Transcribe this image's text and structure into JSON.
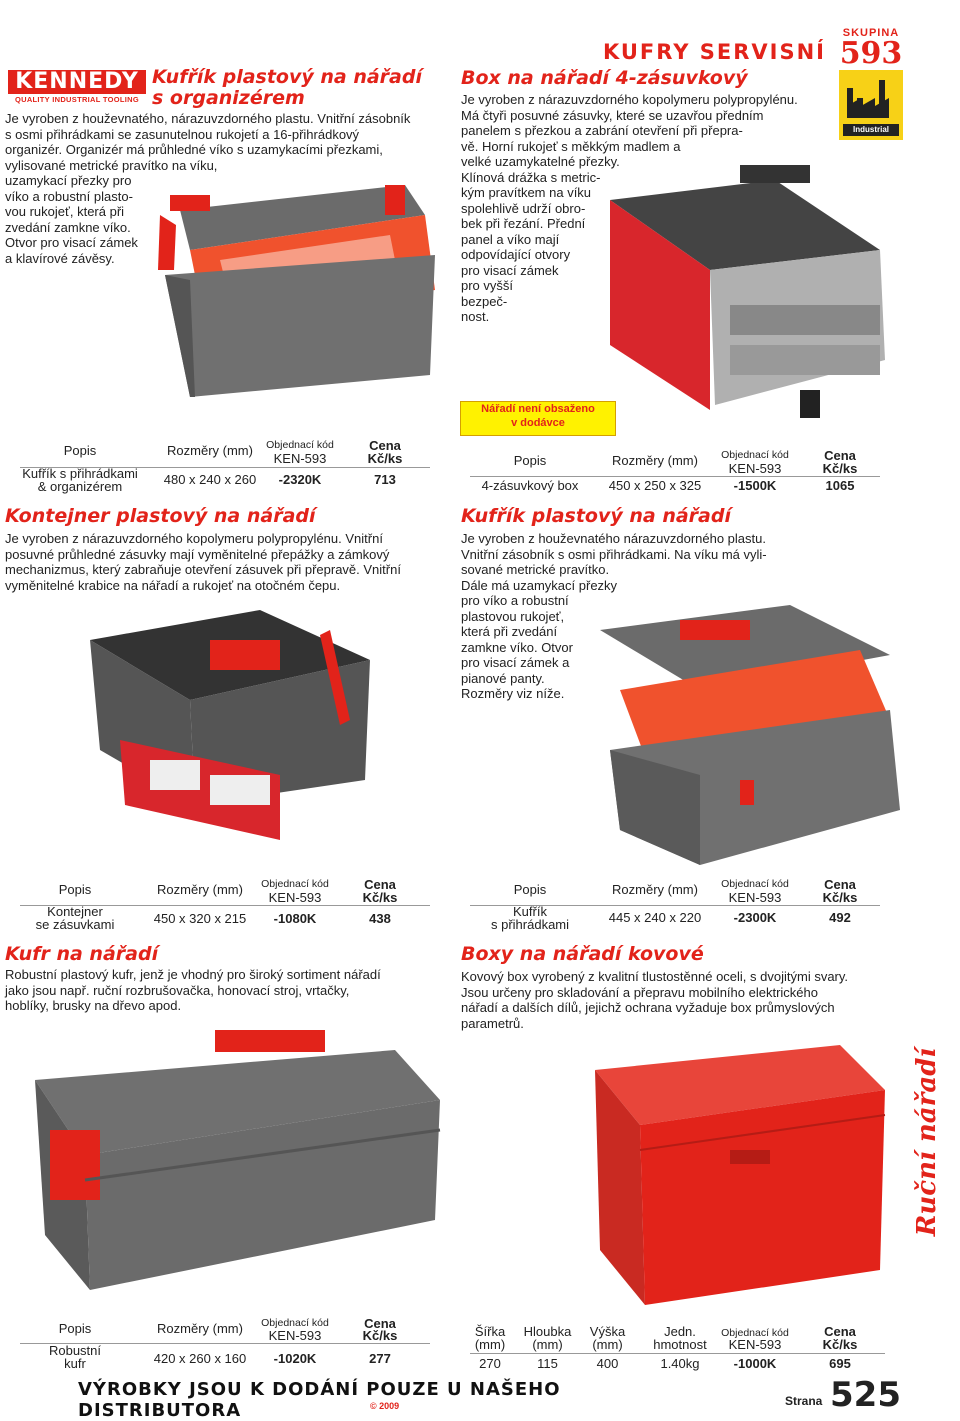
{
  "header": {
    "title": "KUFRY SERVISNÍ",
    "group_label": "SKUPINA",
    "group_number": "593",
    "badge_label": "Industrial"
  },
  "logo": {
    "word": "KENNEDY",
    "tagline": "QUALITY INDUSTRIAL TOOLING"
  },
  "side_tab": "Ruční nářadí",
  "table_headers": {
    "popis": "Popis",
    "rozmery": "Rozměry (mm)",
    "objednaci": "Objednací kód",
    "ken": "KEN-593",
    "cena": "Cena",
    "unit": "Kč/ks"
  },
  "products": {
    "p1": {
      "title_line1": "Kufřík plastový na nářadí",
      "title_line2": "s organizérem",
      "text_lines": [
        "Je vyroben z houževnatého, nárazuvzdorného plastu. Vnitřní zásobník",
        "s osmi přihrádkami se zasunutelnou rukojetí a 16-přihrádkový",
        "organizér. Organizér má průhledné víko s uzamykacími přezkami,",
        "vylisované metrické pravítko na víku,",
        "uzamykací přezky pro",
        "víko a robustní plasto-",
        "vou rukojeť, která při",
        "zvedání zamkne víko.",
        "Otvor pro visací zámek",
        "a klavírové závěsy."
      ],
      "row": {
        "popis1": "Kufřík s přihrádkami",
        "popis2": "& organizérem",
        "rozmery": "480 x 240 x 260",
        "kod": "-2320K",
        "cena": "713"
      }
    },
    "p2": {
      "title": "Box na nářadí 4-zásuvkový",
      "text_lines": [
        "Je vyroben z nárazuvzdorného kopolymeru polypropylénu.",
        "Má čtyři posuvné zásuvky, které se uzavřou předním",
        "panelem s přezkou a zabrání otevření při přepra-",
        "vě. Horní rukojeť s měkkým madlem a",
        "velké uzamykatelné přezky.",
        "Klínová drážka s metric-",
        "kým pravítkem na víku",
        "spolehlivě udrží obro-",
        "bek při řezání. Přední",
        "panel a víko mají",
        "odpovídající otvory",
        "pro visací zámek",
        "pro vyšší",
        "bezpeč-",
        "nost."
      ],
      "notice": [
        "Nářadí není obsaženo",
        "v dodávce"
      ],
      "row": {
        "popis": "4-zásuvkový box",
        "rozmery": "450 x 250 x 325",
        "kod": "-1500K",
        "cena": "1065"
      }
    },
    "p3": {
      "title": "Kontejner plastový na nářadí",
      "text_lines": [
        "Je vyroben z nárazuvzdorného kopolymeru polypropylénu. Vnitřní",
        "posuvné průhledné zásuvky mají vyměnitelné přepážky a zámkový",
        "mechanizmus, který zabraňuje otevření zásuvek při přepravě. Vnitřní",
        "vyměnitelné krabice na nářadí a rukojeť na otočném čepu."
      ],
      "row": {
        "popis1": "Kontejner",
        "popis2": "se zásuvkami",
        "rozmery": "450 x 320 x 215",
        "kod": "-1080K",
        "cena": "438"
      }
    },
    "p4": {
      "title": "Kufřík plastový na nářadí",
      "text_lines": [
        "Je vyroben z houževnatého nárazuvzdorného plastu.",
        "Vnitřní zásobník s osmi přihrádkami. Na víku má vyli-",
        "sované metrické pravítko.",
        "Dále má uzamykací přezky",
        "pro víko a robustní",
        "plastovou rukojeť,",
        "která při zvedání",
        "zamkne víko. Otvor",
        "pro visací zámek a",
        "pianové panty.",
        "Rozměry viz níže."
      ],
      "row": {
        "popis1": "Kufřík",
        "popis2": "s přihrádkami",
        "rozmery": "445 x 240 x 220",
        "kod": "-2300K",
        "cena": "492"
      }
    },
    "p5": {
      "title": "Kufr na nářadí",
      "text_lines": [
        "Robustní plastový kufr, jenž je vhodný pro široký sortiment nářadí",
        "jako jsou např. ruční rozbrušovačka, honovací stroj, vrtačky,",
        "hoblíky, brusky na dřevo apod."
      ],
      "row": {
        "popis1": "Robustní",
        "popis2": "kufr",
        "rozmery": "420 x 260 x 160",
        "kod": "-1020K",
        "cena": "277"
      }
    },
    "p6": {
      "title": "Boxy na nářadí kovové",
      "text_lines": [
        "Kovový box vyrobený z kvalitní tlustostěnné oceli, s dvojitými svary.",
        "Jsou určeny pro skladování a přepravu mobilního elektrického",
        "nářadí a dalších dílů, jejichž ochrana vyžaduje box průmyslových",
        "parametrů."
      ],
      "headers": {
        "sirka": "Šířka",
        "hloubka": "Hloubka",
        "vyska": "Výška",
        "mm": "(mm)",
        "jedn": "Jedn.",
        "hmotnost": "hmotnost"
      },
      "row": {
        "sirka": "270",
        "hloubka": "115",
        "vyska": "400",
        "hmotnost": "1.40kg",
        "kod": "-1000K",
        "cena": "695"
      }
    }
  },
  "footer": {
    "notice": "VÝROBKY JSOU K DODÁNÍ POUZE U NAŠEHO DISTRIBUTORA",
    "copyright": "© 2009",
    "strana": "Strana",
    "page": "525"
  }
}
